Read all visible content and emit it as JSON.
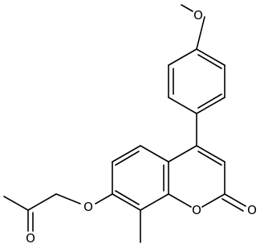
{
  "molecule": {
    "atoms": {
      "O_methoxy": "O",
      "O_ether": "O",
      "O_ketone": "O",
      "O_ring": "O",
      "O_carbonyl": "O"
    },
    "colors": {
      "bond": "#000000",
      "label": "#000000",
      "background": "#ffffff"
    }
  }
}
